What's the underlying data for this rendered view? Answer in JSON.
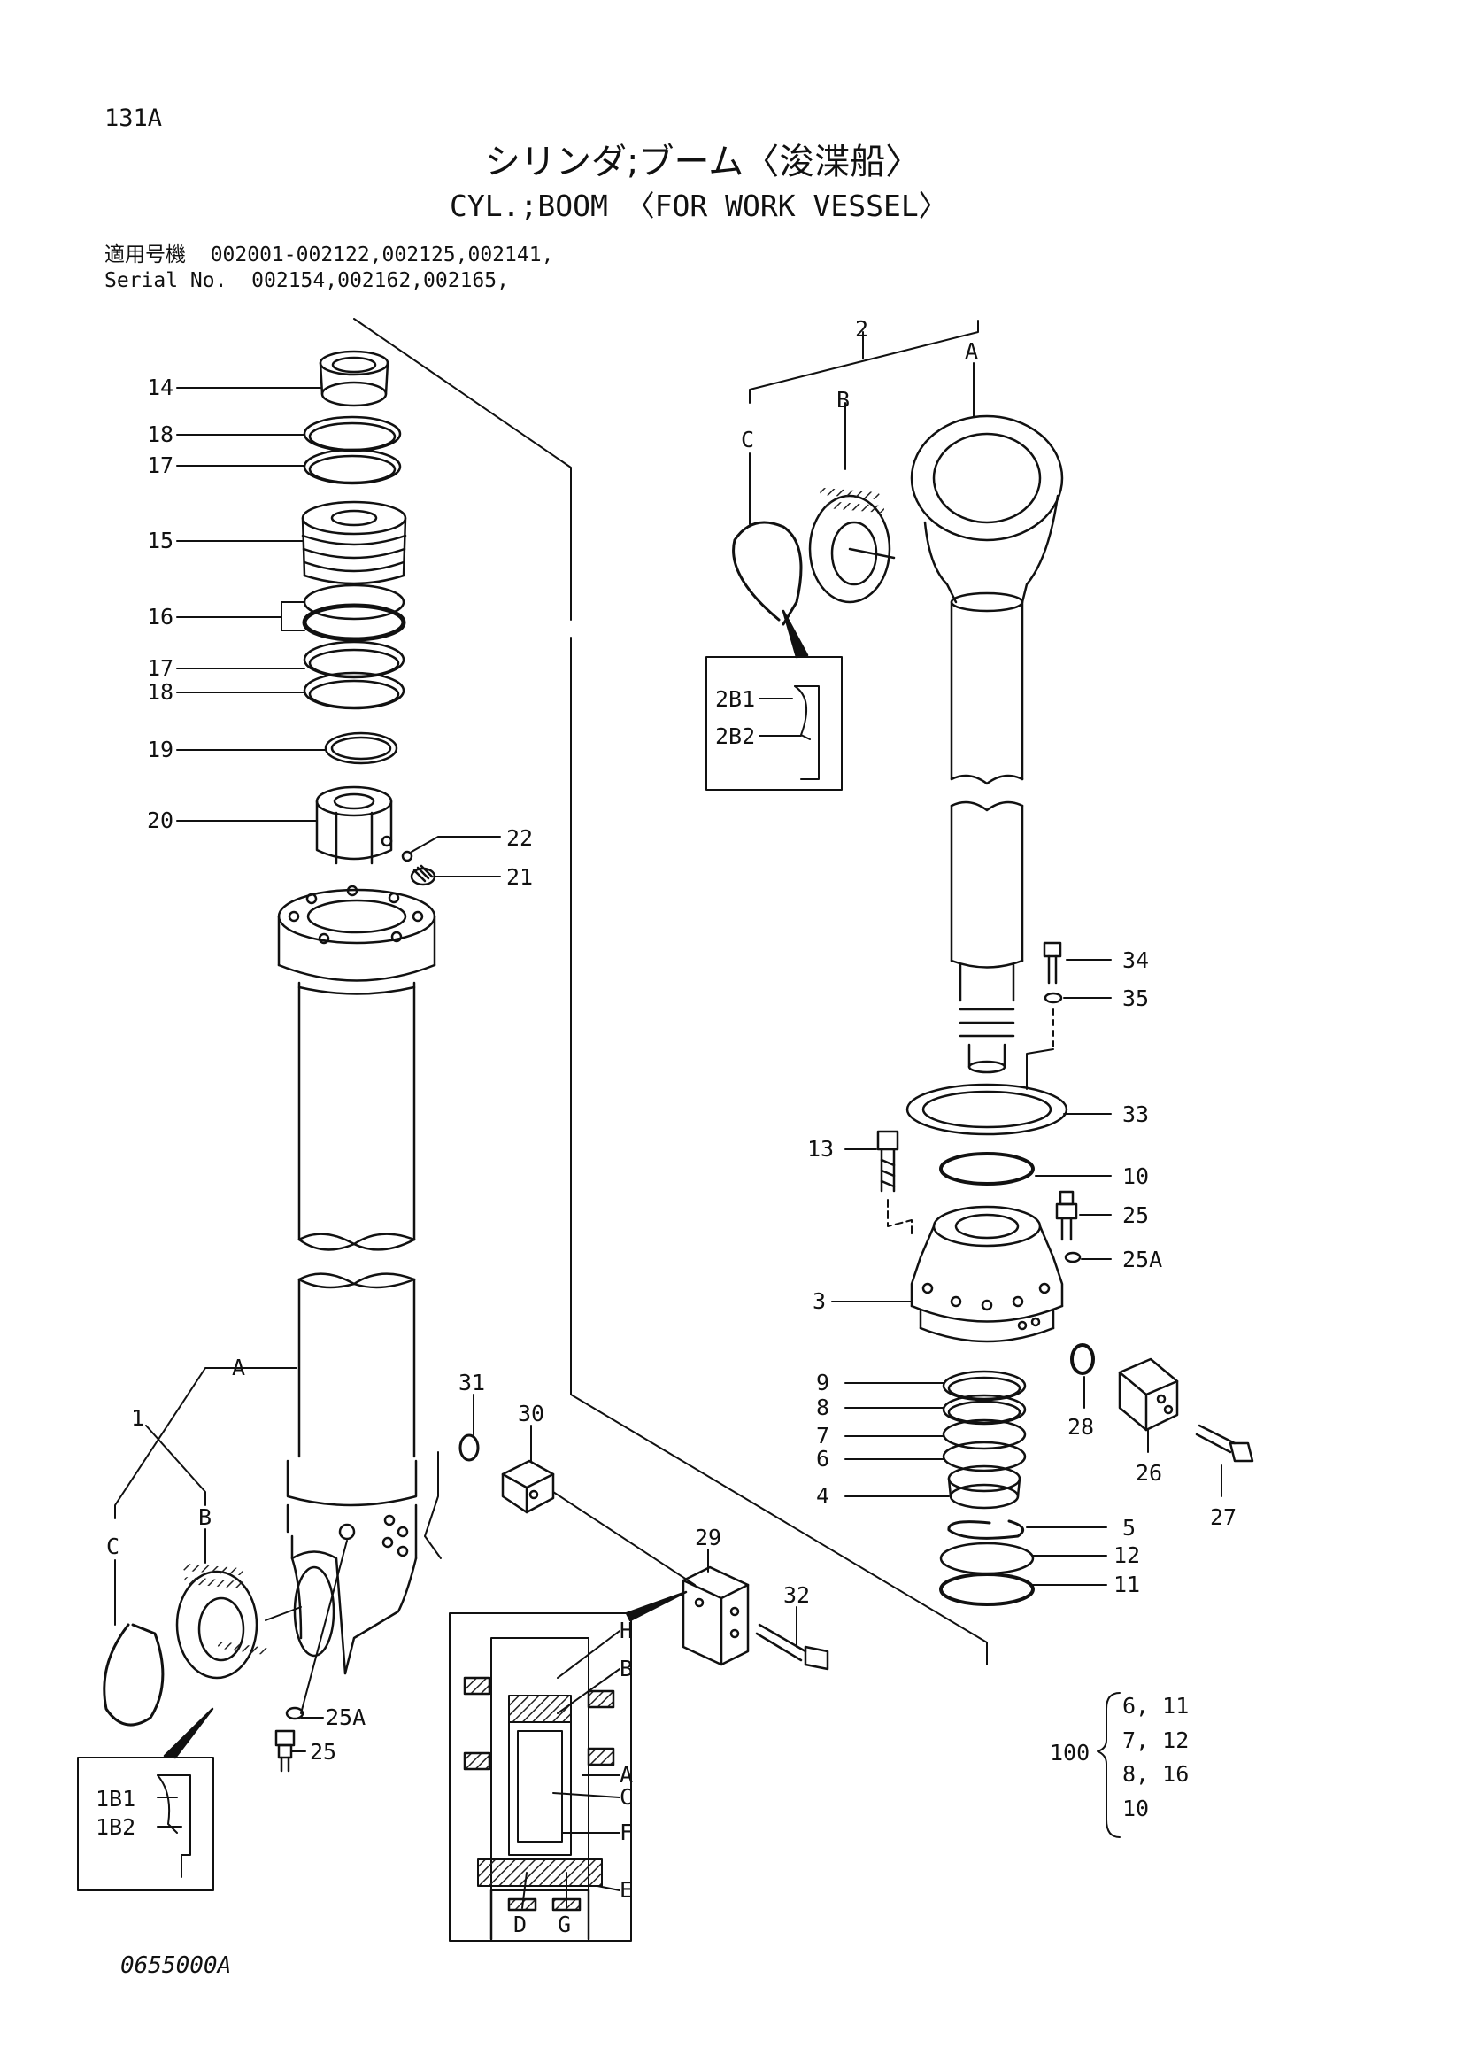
{
  "header": {
    "page_code": "131A",
    "title_jp": "シリンダ;ブーム〈浚渫船〉",
    "title_en": "CYL.;BOOM 〈FOR WORK VESSEL〉",
    "serial_line1": "適用号機  002001-002122,002125,002141,",
    "serial_line2": "Serial No.  002154,002162,002165,"
  },
  "footer": {
    "drawing_code": "0655000A"
  },
  "callouts": {
    "p14": "14",
    "p18a": "18",
    "p17a": "17",
    "p15": "15",
    "p16": "16",
    "p17b": "17",
    "p18b": "18",
    "p19": "19",
    "p20": "20",
    "p22": "22",
    "p21": "21",
    "p2": "2",
    "pA_top": "A",
    "pB_top": "B",
    "pC_top": "C",
    "p2B1": "2B1",
    "p2B2": "2B2",
    "p34": "34",
    "p35": "35",
    "p33": "33",
    "p13": "13",
    "p10": "10",
    "p25_r": "25",
    "p25A_r": "25A",
    "p3": "3",
    "p28": "28",
    "p9": "9",
    "p8": "8",
    "p7": "7",
    "p6": "6",
    "p4": "4",
    "p26": "26",
    "p27": "27",
    "p5": "5",
    "p12": "12",
    "p11": "11",
    "p1": "1",
    "pA_low": "A",
    "pB_low": "B",
    "pC_low": "C",
    "p31": "31",
    "p30": "30",
    "p29": "29",
    "p32": "32",
    "p25A_l": "25A",
    "p25_l": "25",
    "p1B1": "1B1",
    "p1B2": "1B2",
    "dH": "H",
    "dB": "B",
    "dA": "A",
    "dC": "C",
    "dF": "F",
    "dE": "E",
    "dD": "D",
    "dG": "G"
  },
  "kit": {
    "number": "100",
    "rows": [
      "6, 11",
      "7, 12",
      "8, 16",
      "10"
    ]
  }
}
